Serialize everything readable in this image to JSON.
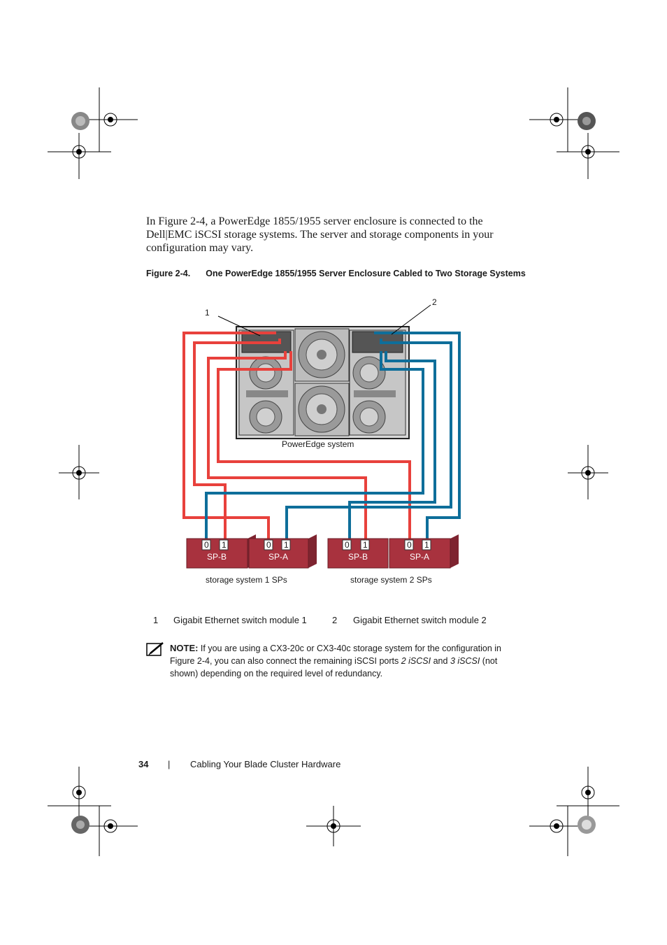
{
  "intro": {
    "text": "In Figure 2-4, a PowerEdge 1855/1955 server enclosure is connected to the Dell|EMC iSCSI storage systems. The server and storage components in your configuration may vary."
  },
  "figure": {
    "number": "Figure 2-4.",
    "title": "One PowerEdge 1855/1955 Server Enclosure Cabled to Two Storage Systems",
    "callout_1": "1",
    "callout_2": "2",
    "poweredge_label": "PowerEdge system",
    "storage1": {
      "label": "storage system 1 SPs",
      "spb": {
        "name": "SP-B",
        "port0": "0",
        "port1": "1"
      },
      "spa": {
        "name": "SP-A",
        "port0": "0",
        "port1": "1"
      }
    },
    "storage2": {
      "label": "storage system 2 SPs",
      "spb": {
        "name": "SP-B",
        "port0": "0",
        "port1": "1"
      },
      "spa": {
        "name": "SP-A",
        "port0": "0",
        "port1": "1"
      }
    },
    "colors": {
      "switch1_cable": "#e8413c",
      "switch2_cable": "#0e6e9a",
      "sp_box": "#a8323e",
      "sp_box_dark": "#7e2430"
    }
  },
  "legend": [
    {
      "num": "1",
      "text": "Gigabit Ethernet switch module 1"
    },
    {
      "num": "2",
      "text": "Gigabit Ethernet switch module 2"
    }
  ],
  "note": {
    "icon": "pencil-note-icon",
    "label": "NOTE:",
    "text_before": " If you are using a CX3-20c or CX3-40c storage system for the configuration in Figure 2-4, you can also connect the remaining iSCSI ports ",
    "port_a": "2 iSCSI",
    "text_mid": " and ",
    "port_b": "3 iSCSI",
    "text_after": " (not shown) depending on the required level of redundancy."
  },
  "footer": {
    "page_number": "34",
    "separator": "|",
    "section": "Cabling Your Blade Cluster Hardware"
  }
}
